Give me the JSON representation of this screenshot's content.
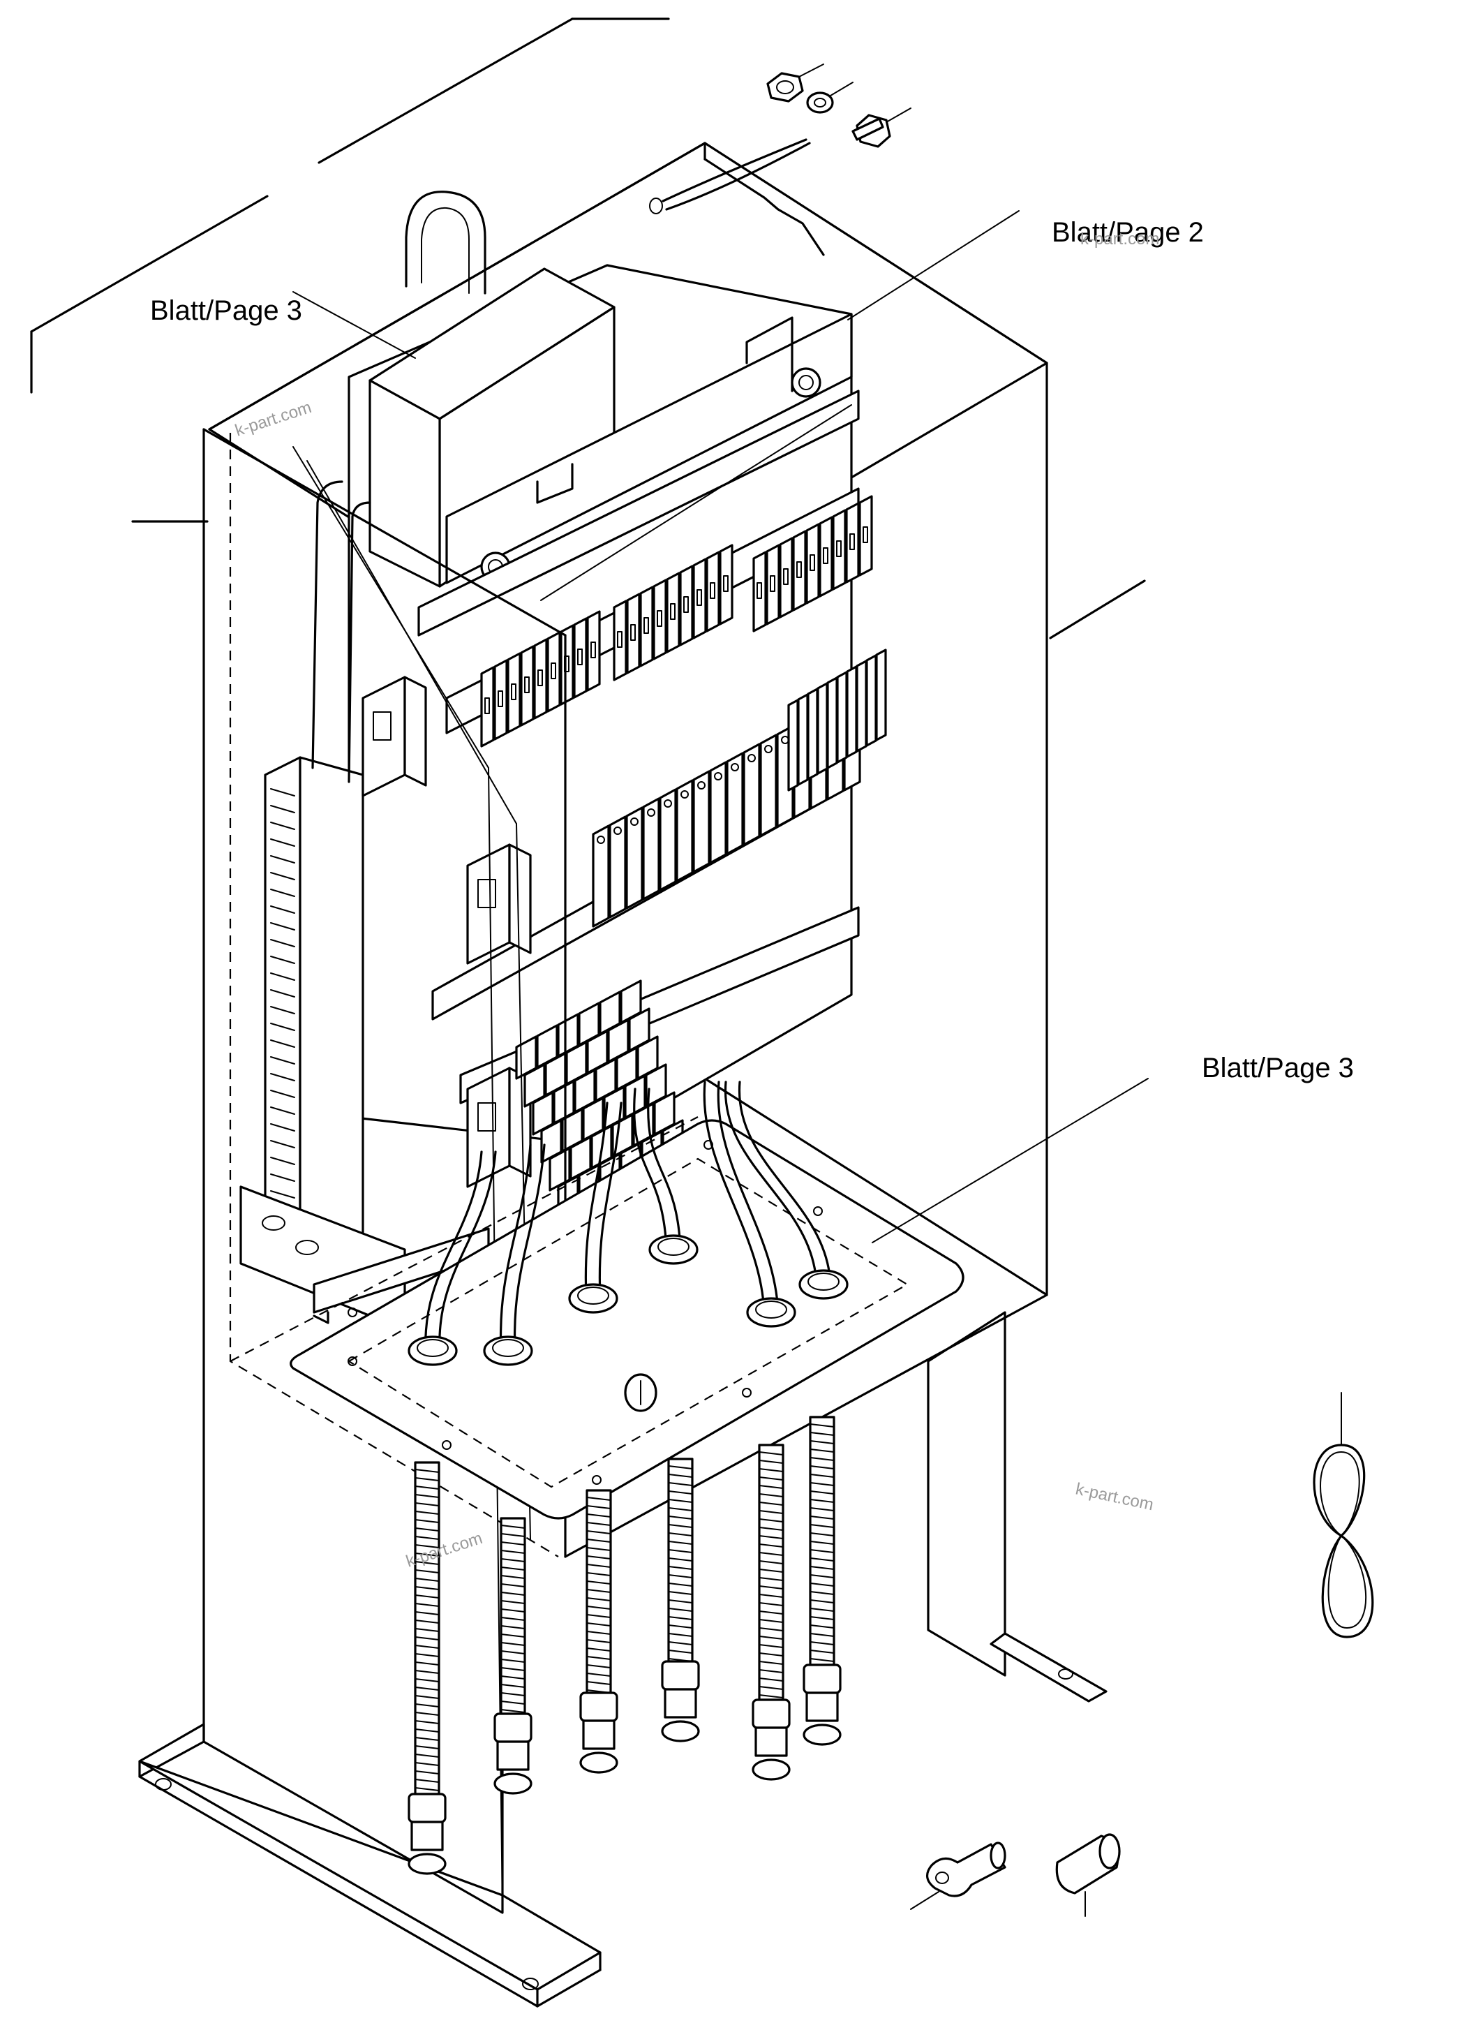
{
  "callouts": {
    "page2_top": "Blatt/Page 2",
    "page3_left": "Blatt/Page 3",
    "page3_right": "Blatt/Page 3"
  },
  "watermarks": {
    "w1": "k-part.com",
    "w2": "k-part.com",
    "w3": "k-part.com",
    "w4": "k-part.com"
  }
}
